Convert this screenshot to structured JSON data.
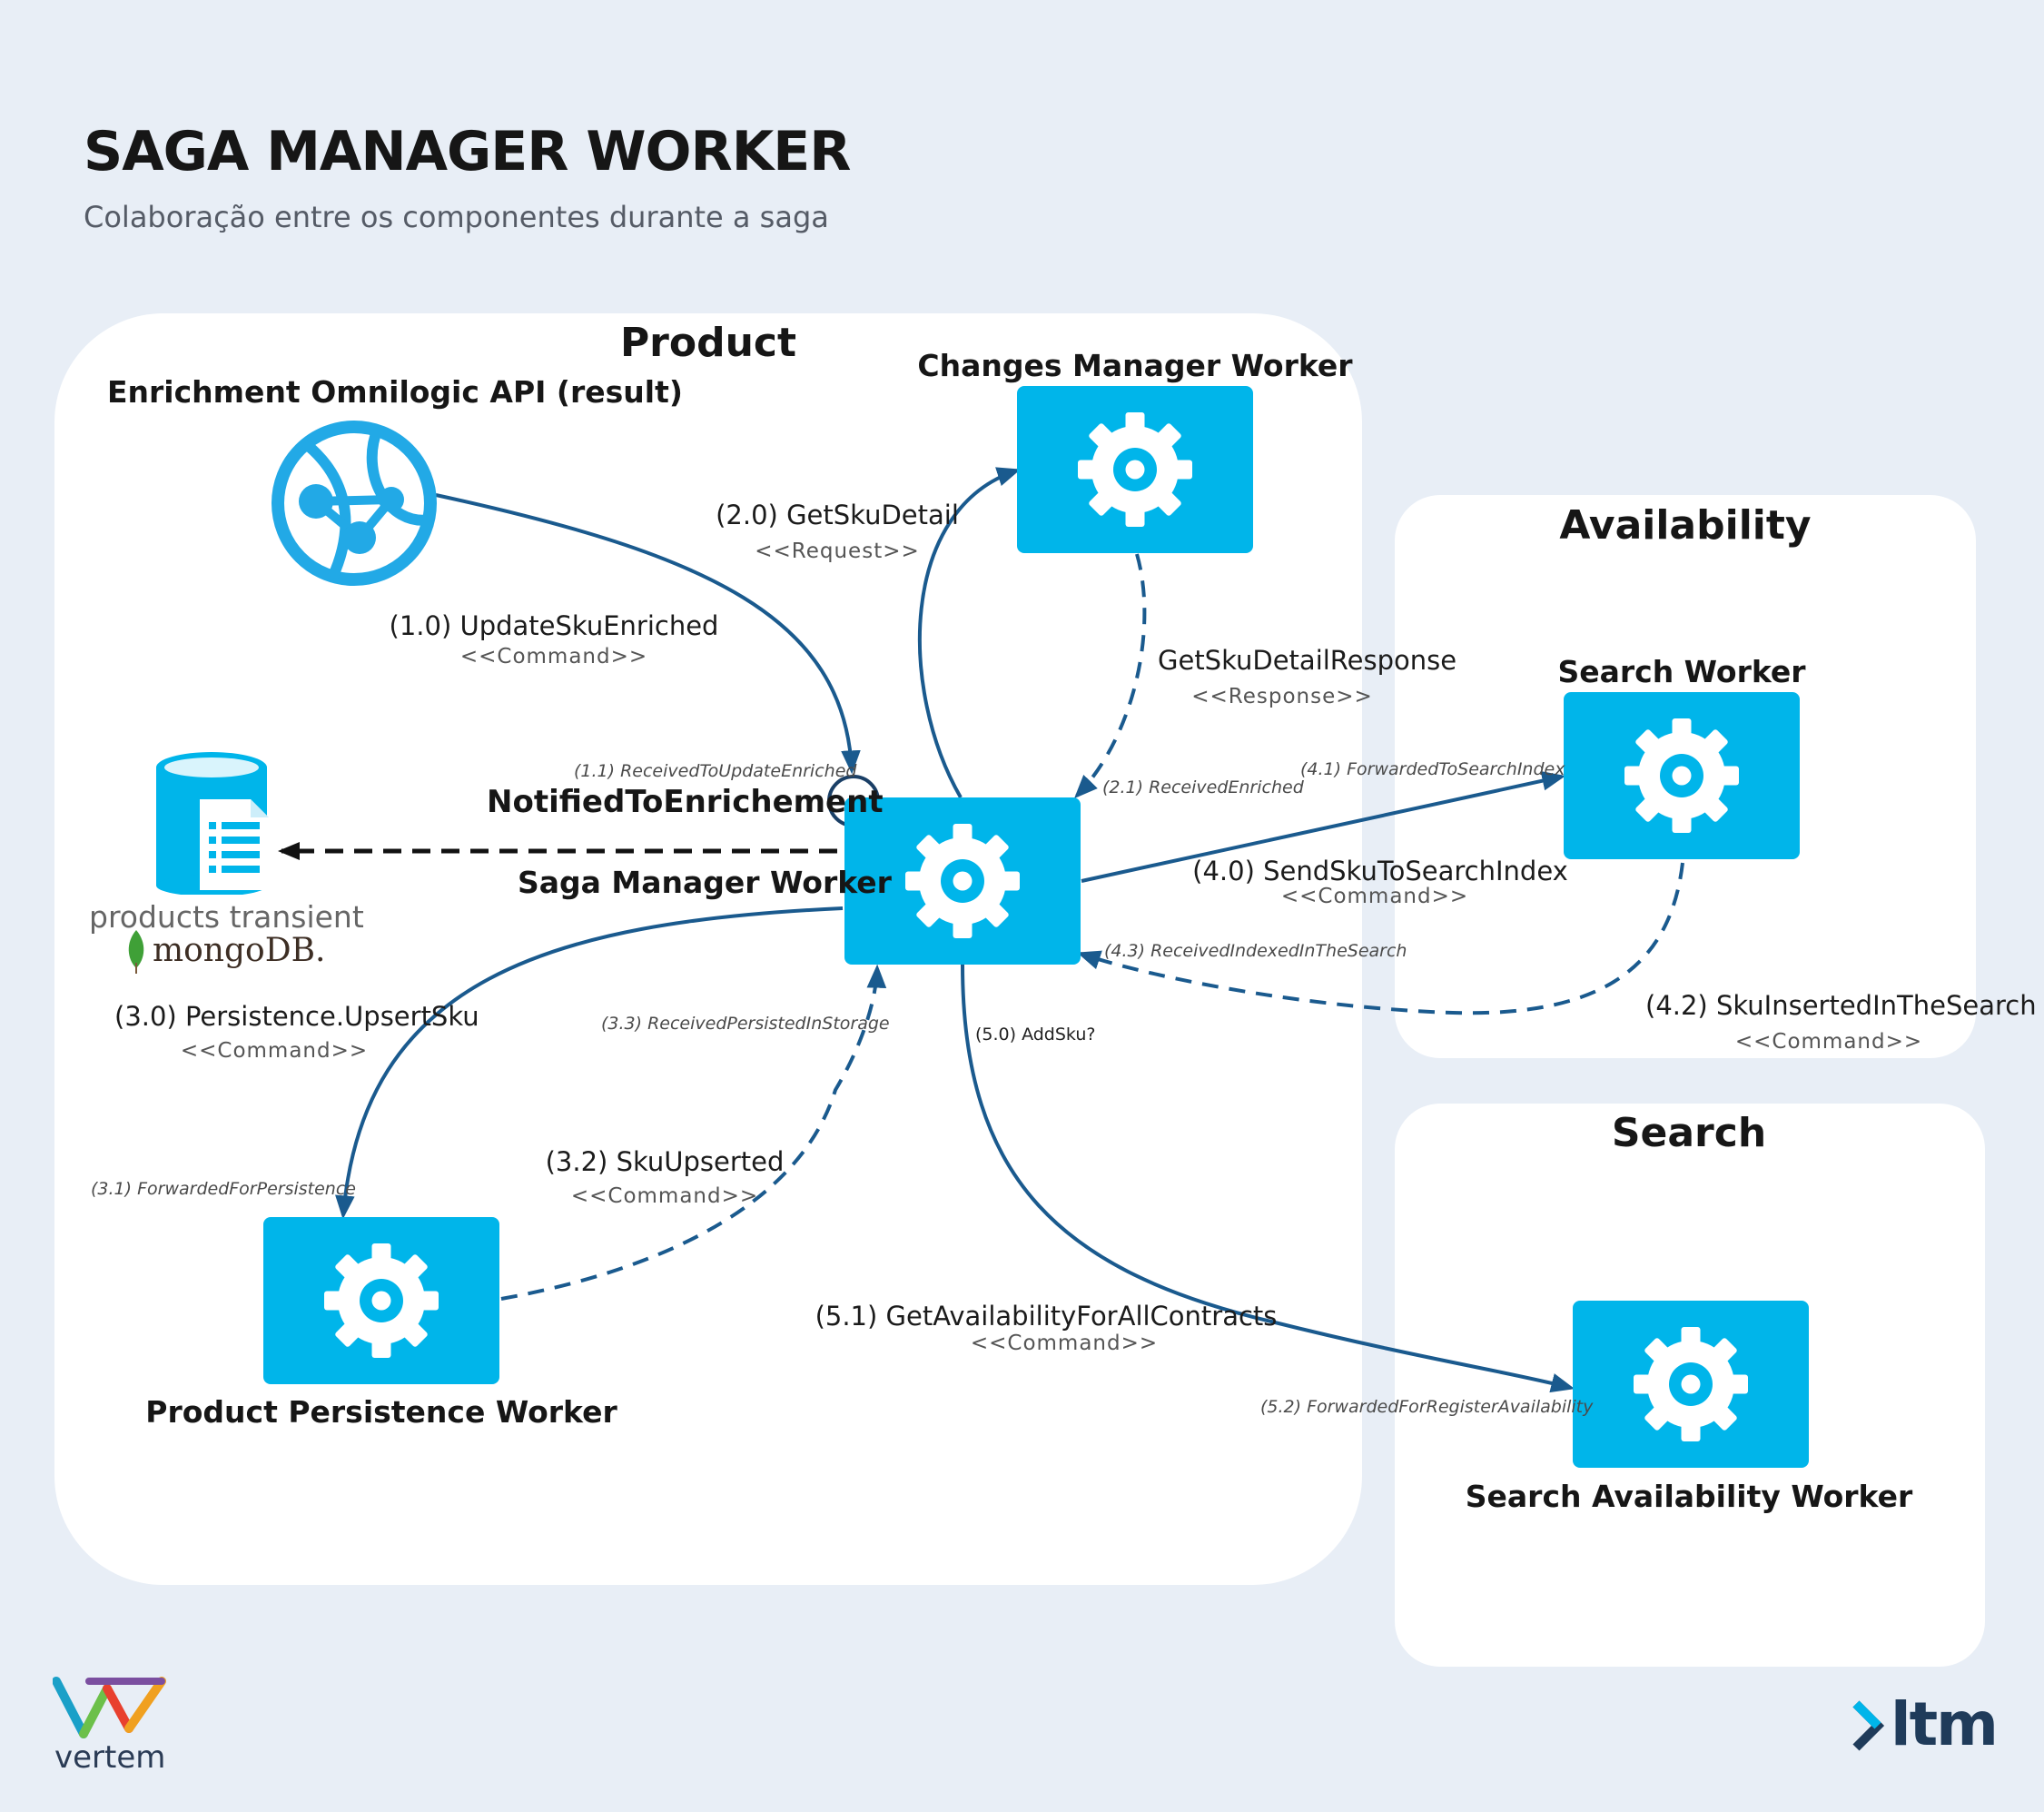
{
  "header": {
    "title": "SAGA MANAGER WORKER",
    "subtitle": "Colaboração entre os componentes durante a saga"
  },
  "panels": {
    "product": "Product",
    "availability": "Availability",
    "search": "Search"
  },
  "nodes": {
    "enrichment_api": "Enrichment Omnilogic API (result)",
    "changes_manager": "Changes Manager Worker",
    "saga_manager": "Saga Manager Worker",
    "notified_event": "NotifiedToEnrichement",
    "search_worker": "Search Worker",
    "product_persistence": "Product Persistence Worker",
    "search_availability": "Search Availability Worker",
    "database": "products transient",
    "database_brand": "mongoDB."
  },
  "messages": {
    "m1_0": "(1.0) UpdateSkuEnriched",
    "m1_0_type": "<<Command>>",
    "m1_1": "(1.1) ReceivedToUpdateEnriched",
    "m2_0": "(2.0) GetSkuDetail",
    "m2_0_type": "<<Request>>",
    "m2_resp": "GetSkuDetailResponse",
    "m2_resp_type": "<<Response>>",
    "m2_1": "(2.1)  ReceivedEnriched",
    "m4_1": "(4.1) ForwardedToSearchIndex",
    "m4_0": "(4.0) SendSkuToSearchIndex",
    "m4_0_type": "<<Command>>",
    "m4_3": "(4.3)  ReceivedIndexedInTheSearch",
    "m4_2": "(4.2) SkuInsertedInTheSearch",
    "m4_2_type": "<<Command>>",
    "m3_0": "(3.0) Persistence.UpsertSku",
    "m3_0_type": "<<Command>>",
    "m3_3": "(3.3) ReceivedPersistedInStorage",
    "m3_1": "(3.1) ForwardedForPersistence",
    "m3_2": "(3.2) SkuUpserted",
    "m3_2_type": "<<Command>>",
    "m5_0": "(5.0) AddSku?",
    "m5_1": "(5.1) GetAvailabilityForAllContracts",
    "m5_1_type": "<<Command>>",
    "m5_2": "(5.2) ForwardedForRegisterAvailability"
  },
  "logos": {
    "left": "vertem",
    "right": "ltm"
  },
  "colors": {
    "worker": "#00b5ea",
    "arrow": "#1a5a8e",
    "background": "#e8eef6"
  }
}
